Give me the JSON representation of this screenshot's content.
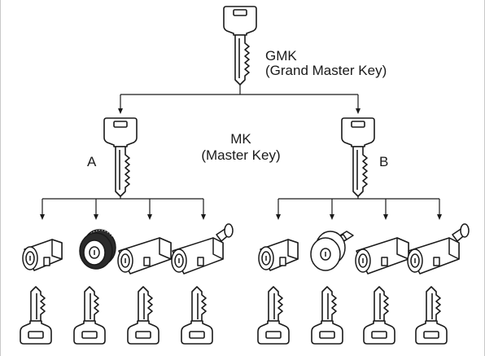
{
  "grand_master": {
    "abbr": "GMK",
    "full": "(Grand Master Key)"
  },
  "master": {
    "abbr": "MK",
    "full": "(Master Key)"
  },
  "groups": [
    {
      "label": "A",
      "cylinders": [
        "euro-half",
        "mortise",
        "euro-double",
        "euro-thumbturn"
      ]
    },
    {
      "label": "B",
      "cylinders": [
        "euro-half",
        "rim",
        "euro-double",
        "euro-thumbturn"
      ]
    }
  ],
  "icons": [
    "key-icon",
    "euro-half-cylinder-icon",
    "mortise-cylinder-icon",
    "rim-cylinder-icon",
    "euro-double-cylinder-icon",
    "euro-thumbturn-cylinder-icon",
    "arrow-icon"
  ],
  "colors": {
    "line": "#1a1a1a",
    "fill": "#ffffff",
    "frame": "#c8c8c8",
    "dark_fill": "#2b2b2b"
  }
}
